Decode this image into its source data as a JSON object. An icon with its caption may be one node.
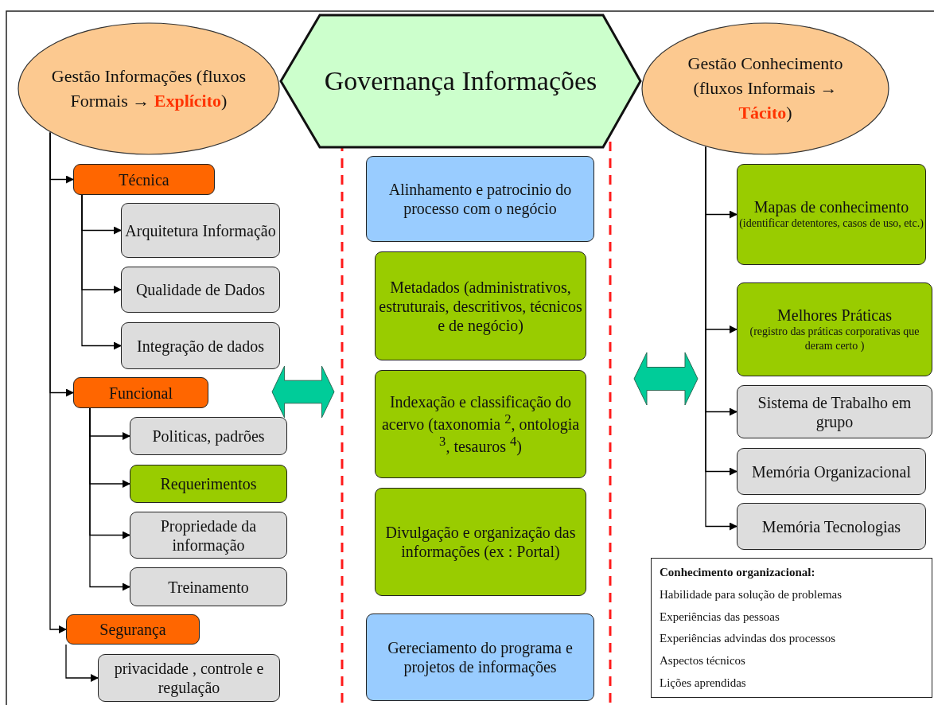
{
  "diagram": {
    "nodes": [
      {
        "text": [
          "Gestão Informações (fluxos Formais → **Explícito**)"
        ]
      },
      {
        "text": [
          "Governança Informações"
        ]
      },
      {
        "text": [
          "Gestão Conhecimento (fluxos Informais → **Tácito**)"
        ]
      },
      {
        "text": [
          "Técnica"
        ]
      },
      {
        "text": [
          "Arquitetura Informação"
        ]
      },
      {
        "text": [
          "Qualidade de Dados"
        ]
      },
      {
        "text": [
          "Integração de dados"
        ]
      },
      {
        "text": [
          "Funcional"
        ]
      },
      {
        "text": [
          "Politicas, padrões"
        ]
      },
      {
        "text": [
          "Requerimentos"
        ]
      },
      {
        "text": [
          "Propriedade da informação"
        ]
      },
      {
        "text": [
          "Treinamento"
        ]
      },
      {
        "text": [
          "Segurança"
        ]
      },
      {
        "text": [
          "privacidade , controle e regulação"
        ]
      },
      {
        "text": [
          "Alinhamento e patrocinio do processo com o negócio"
        ]
      },
      {
        "text": [
          "Metadados (administrativos, estruturais, descritivos, técnicos e de negócio)"
        ]
      },
      {
        "text": [
          "Indexação e classificação do acervo (taxonomia $^{2}$, ontologia $^{3}$, tesauros $^{4}$)"
        ]
      },
      {
        "text": [
          "Divulgação e organização das informações (ex : Portal)"
        ]
      },
      {
        "text": [
          "Gereciamento do programa e projetos de informações"
        ]
      },
      {
        "text": [
          "Mapas de conhecimento",
          "(identificar detentores, casos de uso, etc.)"
        ]
      },
      {
        "text": [
          "Melhores Práticas",
          "(registro das práticas corporativas que deram certo )"
        ]
      },
      {
        "text": [
          "Sistema de Trabalho em grupo"
        ]
      },
      {
        "text": [
          "Memória Organizacional"
        ]
      },
      {
        "text": [
          "Memória Tecnologias"
        ]
      },
      {
        "text": [
          "Conhecimento organizacional:",
          "Habilidade para solução de problemas",
          "Experiências das pessoas",
          "Experiências advindas dos processos",
          "Aspectos técnicos",
          "Lições aprendidas"
        ]
      }
    ],
    "edges": [
      {
        "from": 0,
        "to": 3,
        "arrow": "to"
      },
      {
        "from": 0,
        "to": 7,
        "arrow": "to"
      },
      {
        "from": 0,
        "to": 12,
        "arrow": "to"
      },
      {
        "from": 3,
        "to": 4,
        "arrow": "to"
      },
      {
        "from": 3,
        "to": 5,
        "arrow": "to"
      },
      {
        "from": 3,
        "to": 6,
        "arrow": "to"
      },
      {
        "from": 7,
        "to": 8,
        "arrow": "to"
      },
      {
        "from": 7,
        "to": 9,
        "arrow": "to"
      },
      {
        "from": 7,
        "to": 10,
        "arrow": "to"
      },
      {
        "from": 7,
        "to": 11,
        "arrow": "to"
      },
      {
        "from": 12,
        "to": 13,
        "arrow": "to"
      },
      {
        "from": 2,
        "to": 19,
        "arrow": "to"
      },
      {
        "from": 2,
        "to": 20,
        "arrow": "to"
      },
      {
        "from": 2,
        "to": 21,
        "arrow": "to"
      },
      {
        "from": 2,
        "to": 22,
        "arrow": "to"
      },
      {
        "from": 2,
        "to": 23,
        "arrow": "to"
      }
    ]
  }
}
